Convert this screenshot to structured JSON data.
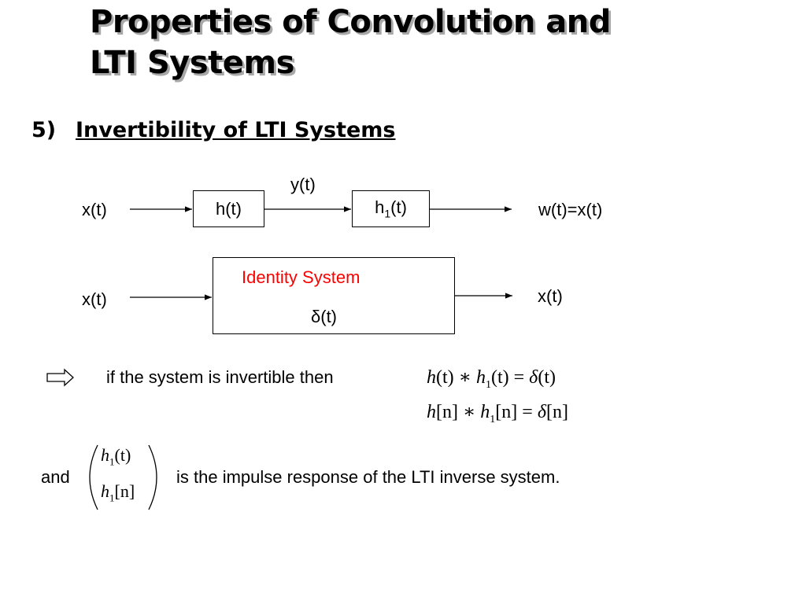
{
  "slide": {
    "title_line1": "Properties of Convolution and",
    "title_line2": "LTI Systems",
    "section_number": "5)",
    "section_title": "Invertibility of LTI Systems"
  },
  "diagram1": {
    "input": "x(t)",
    "block1": "h(t)",
    "mid_signal": "y(t)",
    "block2_base": "h",
    "block2_sub": "1",
    "block2_arg": "(t)",
    "output": "w(t)=x(t)"
  },
  "diagram2": {
    "input": "x(t)",
    "system_name": "Identity System",
    "system_response": "δ(t)",
    "output": "x(t)",
    "system_name_color": "#ff0000"
  },
  "statement": {
    "implies_icon": "implies-arrow-icon",
    "text": "if the system is invertible then",
    "eq_continuous": {
      "a": "h",
      "a_arg": "(t)",
      "op": "∗",
      "b": "h",
      "b_sub": "1",
      "b_arg": "(t)",
      "eq": "=",
      "c": "δ",
      "c_arg": "(t)"
    },
    "eq_discrete": {
      "a": "h",
      "a_arg": "[n]",
      "op": "∗",
      "b": "h",
      "b_sub": "1",
      "b_arg": "[n]",
      "eq": "=",
      "c": "δ",
      "c_arg": "[n]"
    }
  },
  "conclusion": {
    "and": "and",
    "row1_base": "h",
    "row1_sub": "1",
    "row1_arg": "(t)",
    "row2_base": "h",
    "row2_sub": "1",
    "row2_arg": "[n]",
    "text": "is the impulse response of the LTI inverse system."
  }
}
